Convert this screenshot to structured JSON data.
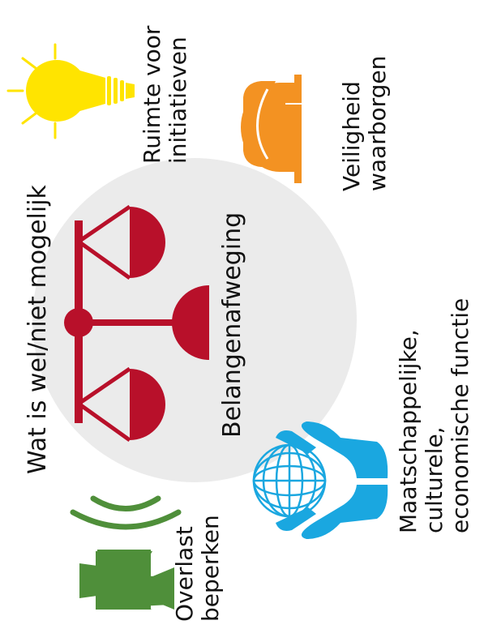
{
  "center": {
    "title": "Wat is wel/niet mogelijk",
    "subtitle": "Belangenafweging"
  },
  "items": {
    "initiatives": {
      "line1": "Ruimte voor",
      "line2": "initiatieven",
      "icon": "lightbulb-icon"
    },
    "safety": {
      "line1": "Veiligheid",
      "line2": "waarborgen",
      "icon": "hard-hat-icon"
    },
    "function": {
      "line1": "Maatschappelijke,",
      "line2": "culturele,",
      "line3": "economische functie",
      "icon": "hands-globe-icon"
    },
    "nuisance": {
      "line1": "Overlast",
      "line2": "beperken",
      "icon": "speaker-sound-icon"
    }
  },
  "colors": {
    "circle": "#ebebeb",
    "scale": "#b8102a",
    "bulb": "#ffe400",
    "helmet": "#f39222",
    "globe_hands": "#1aa7e0",
    "speaker": "#4f8f3a"
  }
}
